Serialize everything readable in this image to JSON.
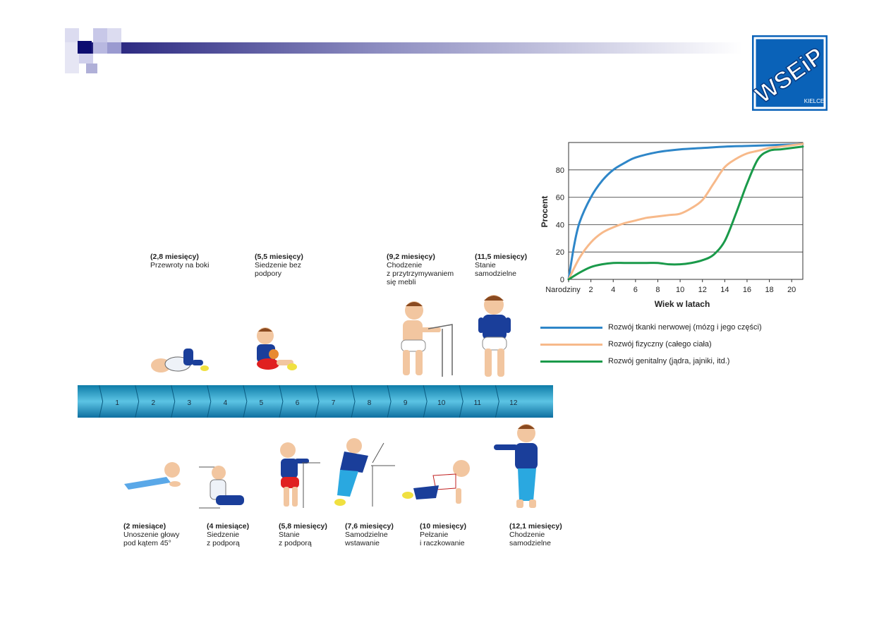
{
  "logo": {
    "text": "WSEiP",
    "subtext": "KIELCE"
  },
  "timeline": {
    "months": [
      "1",
      "2",
      "3",
      "4",
      "5",
      "6",
      "7",
      "8",
      "9",
      "10",
      "11",
      "12"
    ]
  },
  "milestones_top": [
    {
      "age": "(2,8 miesięcy)",
      "desc": "Przewroty na boki"
    },
    {
      "age": "(5,5 miesięcy)",
      "desc": "Siedzenie bez\npodpory"
    },
    {
      "age": "(9,2 miesięcy)",
      "desc": "Chodzenie\nz przytrzymywaniem\nsię mebli"
    },
    {
      "age": "(11,5 miesięcy)",
      "desc": "Stanie\nsamodzielne"
    }
  ],
  "milestones_bottom": [
    {
      "age": "(2 miesiące)",
      "desc": "Unoszenie głowy\npod kątem 45°"
    },
    {
      "age": "(4 miesiące)",
      "desc": "Siedzenie\nz podporą"
    },
    {
      "age": "(5,8 miesięcy)",
      "desc": "Stanie\nz podporą"
    },
    {
      "age": "(7,6 miesięcy)",
      "desc": "Samodzielne\nwstawanie"
    },
    {
      "age": "(10 miesięcy)",
      "desc": "Pełzanie\ni raczkowanie"
    },
    {
      "age": "(12,1 miesięcy)",
      "desc": "Chodzenie\nsamodzielne"
    }
  ],
  "chart_data": {
    "type": "line",
    "xlabel": "Wiek w latach",
    "ylabel": "Procent",
    "xlim": [
      0,
      21
    ],
    "ylim": [
      0,
      100
    ],
    "x_ticks": [
      {
        "value": 0,
        "label": "Narodziny"
      },
      {
        "value": 2,
        "label": "2"
      },
      {
        "value": 4,
        "label": "4"
      },
      {
        "value": 6,
        "label": "6"
      },
      {
        "value": 8,
        "label": "8"
      },
      {
        "value": 10,
        "label": "10"
      },
      {
        "value": 12,
        "label": "12"
      },
      {
        "value": 14,
        "label": "14"
      },
      {
        "value": 16,
        "label": "16"
      },
      {
        "value": 18,
        "label": "18"
      },
      {
        "value": 20,
        "label": "20"
      }
    ],
    "y_ticks": [
      0,
      20,
      40,
      60,
      80
    ],
    "grid": true,
    "series": [
      {
        "name": "Rozwój tkanki nerwowej (mózg i jego części)",
        "color": "#2e86c8",
        "x": [
          0,
          0.5,
          1,
          2,
          3,
          4,
          5,
          6,
          8,
          10,
          12,
          14,
          16,
          18,
          20,
          21
        ],
        "y": [
          0,
          25,
          42,
          60,
          72,
          80,
          85,
          89,
          93,
          95,
          96,
          97,
          97.5,
          98,
          98.5,
          99
        ]
      },
      {
        "name": "Rozwój fizyczny (całego ciała)",
        "color": "#f7b98a",
        "x": [
          0,
          1,
          2,
          3,
          4,
          5,
          6,
          7,
          8,
          9,
          10,
          11,
          12,
          13,
          14,
          15,
          16,
          17,
          18,
          19,
          20,
          21
        ],
        "y": [
          0,
          16,
          27,
          34,
          38,
          41,
          43,
          45,
          46,
          47,
          48,
          52,
          58,
          70,
          82,
          88,
          92,
          94,
          96,
          97,
          98,
          99
        ]
      },
      {
        "name": "Rozwój genitalny (jądra, jajniki, itd.)",
        "color": "#1a9a4a",
        "x": [
          0,
          1,
          2,
          3,
          4,
          5,
          6,
          7,
          8,
          9,
          10,
          11,
          12,
          13,
          14,
          15,
          16,
          17,
          18,
          19,
          20,
          21
        ],
        "y": [
          0,
          5,
          9,
          11,
          12,
          12,
          12,
          12,
          12,
          11,
          11,
          12,
          14,
          18,
          28,
          48,
          70,
          88,
          94,
          95,
          96,
          97
        ]
      }
    ]
  }
}
